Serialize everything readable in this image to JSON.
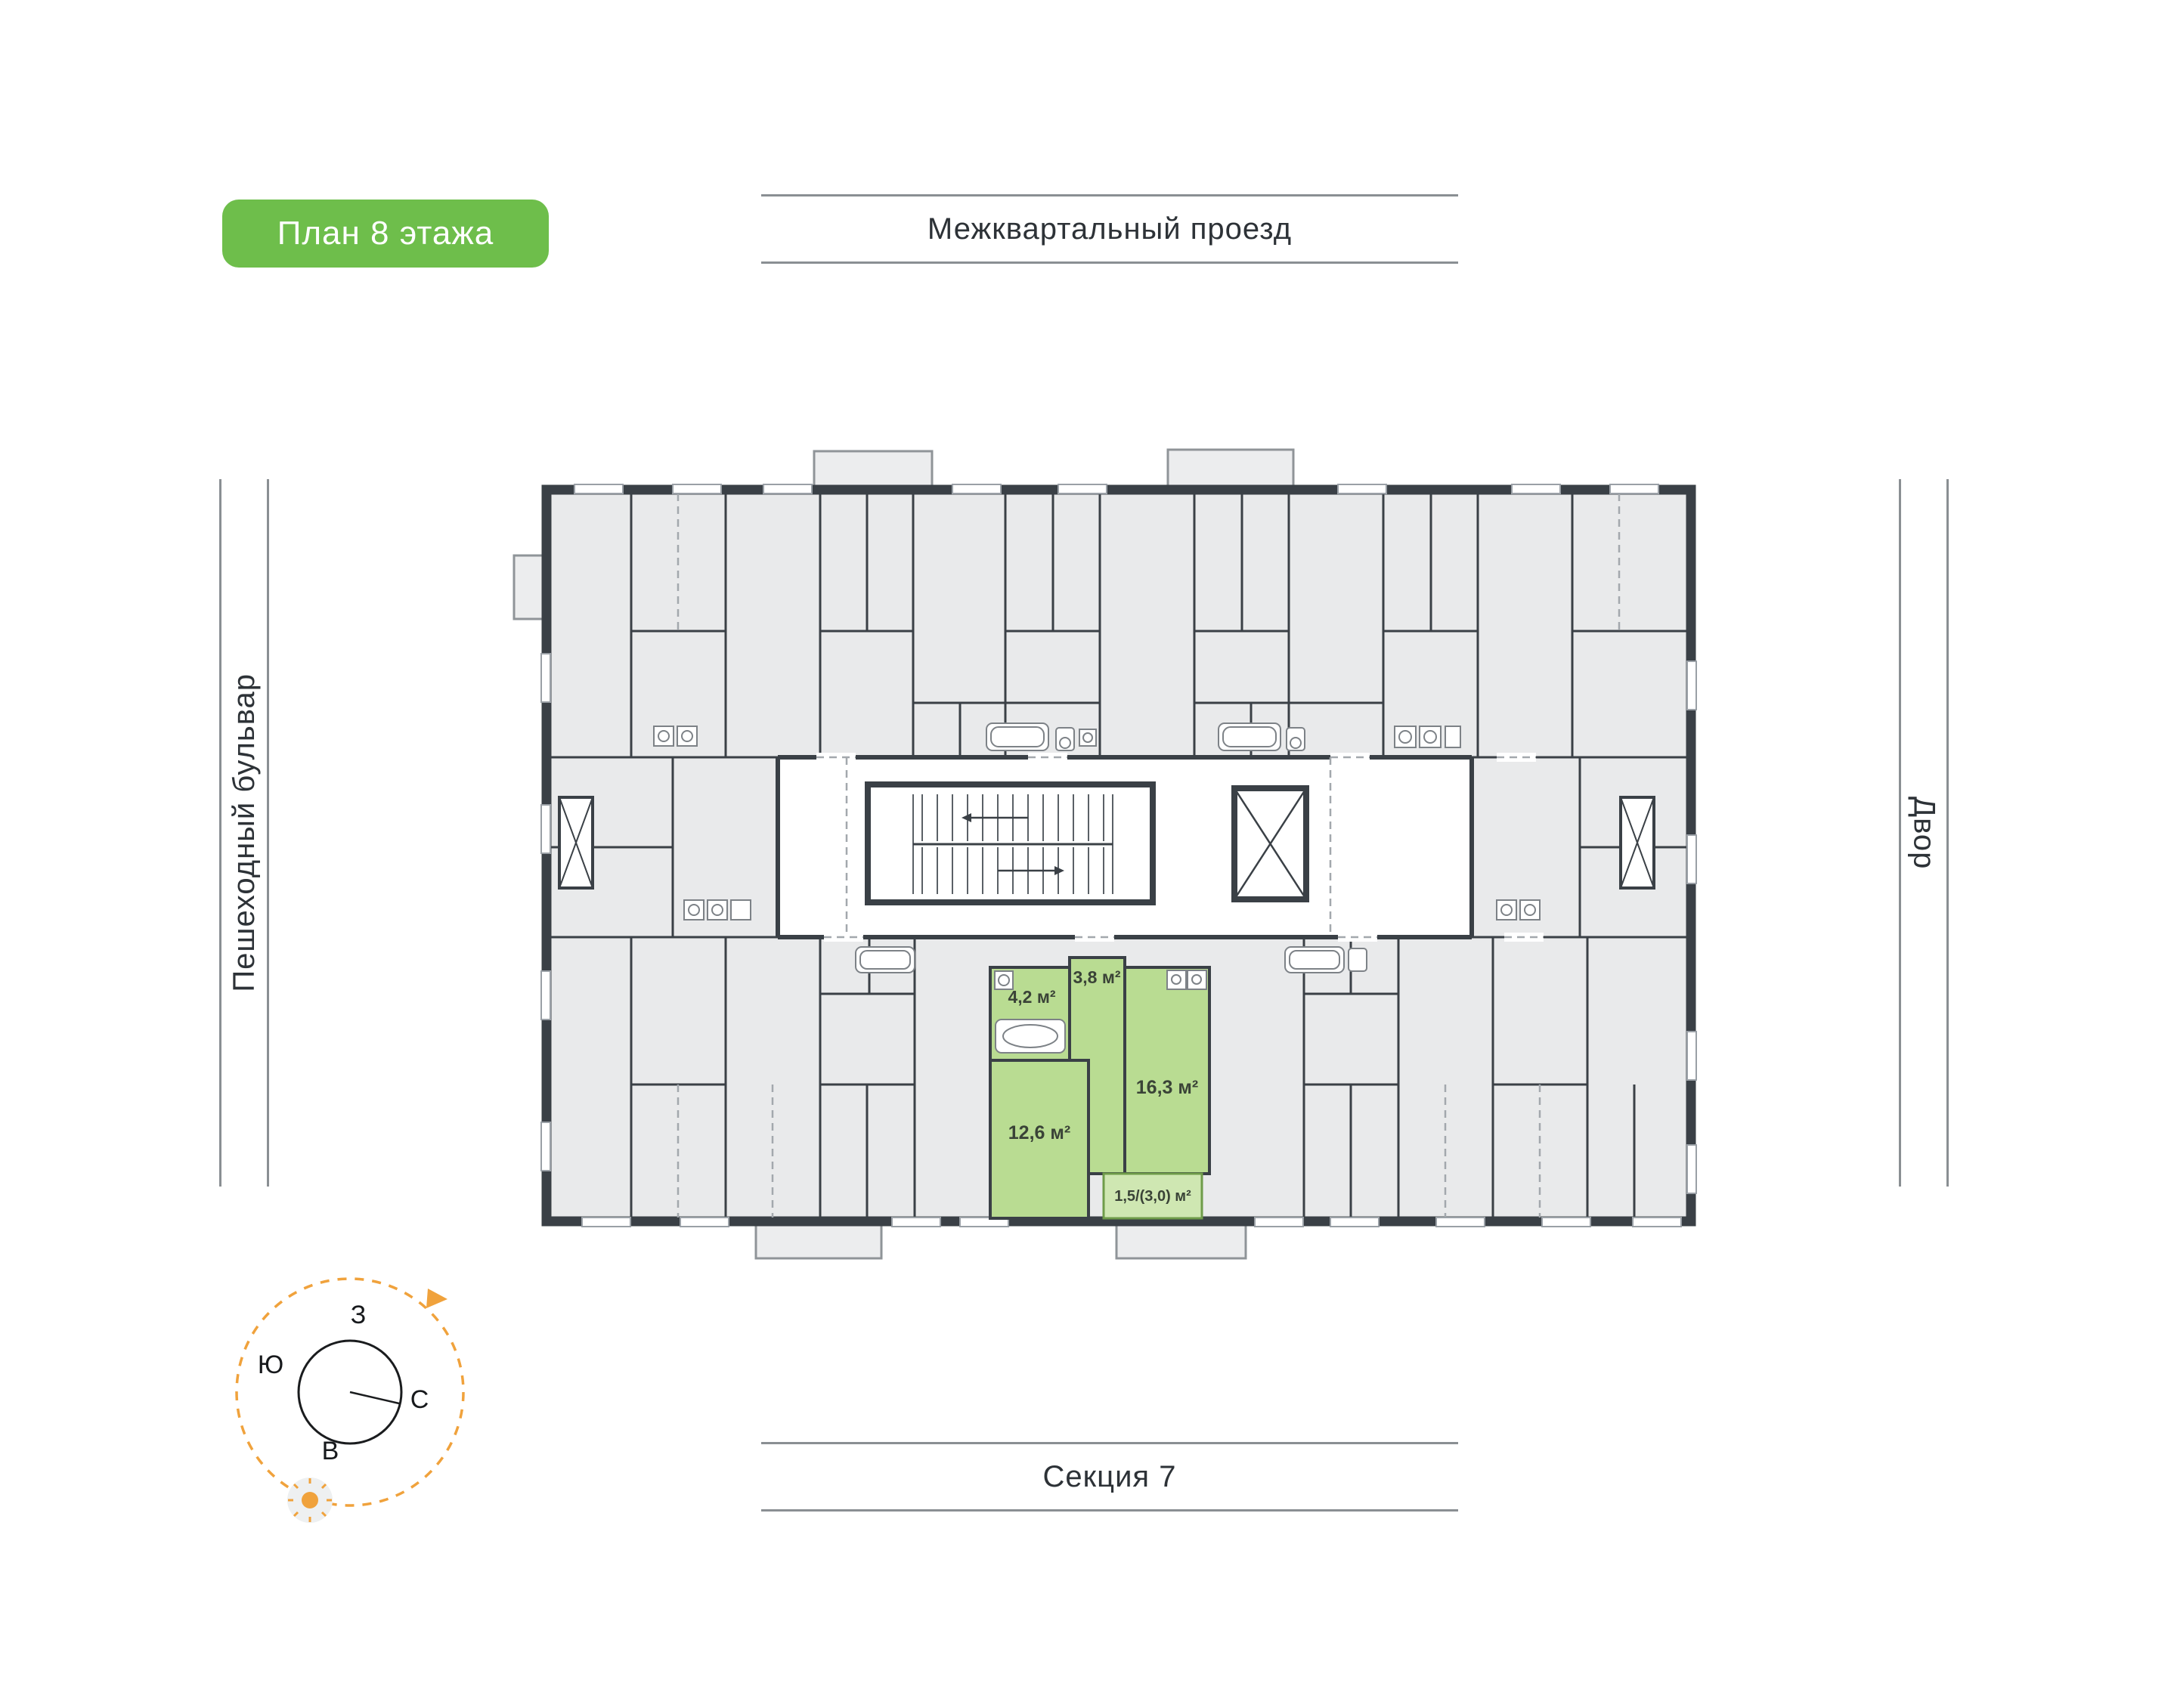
{
  "badge": {
    "label": "План 8 этажа"
  },
  "surroundings": {
    "top": "Межквартальный проезд",
    "left": "Пешеходный бульвар",
    "right": "Двор",
    "bottom": "Секция 7"
  },
  "compass": {
    "west": "З",
    "south": "Ю",
    "north": "С",
    "east": "В"
  },
  "highlighted_unit": {
    "rooms": [
      {
        "name": "bathroom",
        "area": "4,2 м²"
      },
      {
        "name": "hallway",
        "area": "3,8 м²"
      },
      {
        "name": "kitchen-living",
        "area": "16,3 м²"
      },
      {
        "name": "room",
        "area": "12,6 м²"
      },
      {
        "name": "balcony",
        "area": "1,5/(3,0) м²"
      }
    ]
  },
  "icons": {
    "sun": "sun-icon",
    "rotation_arrow": "rotation-arrow-icon",
    "stairs": "stairs-icon",
    "elevator": "elevator-icon",
    "bathtub": "bathtub-icon",
    "sink": "sink-icon",
    "stove": "stove-icon",
    "toilet": "toilet-icon"
  },
  "colors": {
    "badge_green": "#6ebe4b",
    "unit_green": "#b9dc92",
    "unit_balcony_green": "#cfe7b2",
    "compass_orange": "#f0a23c",
    "wall_dark": "#3a4046",
    "room_gray": "#e9eaeb",
    "divider_gray": "#8a8f93"
  }
}
